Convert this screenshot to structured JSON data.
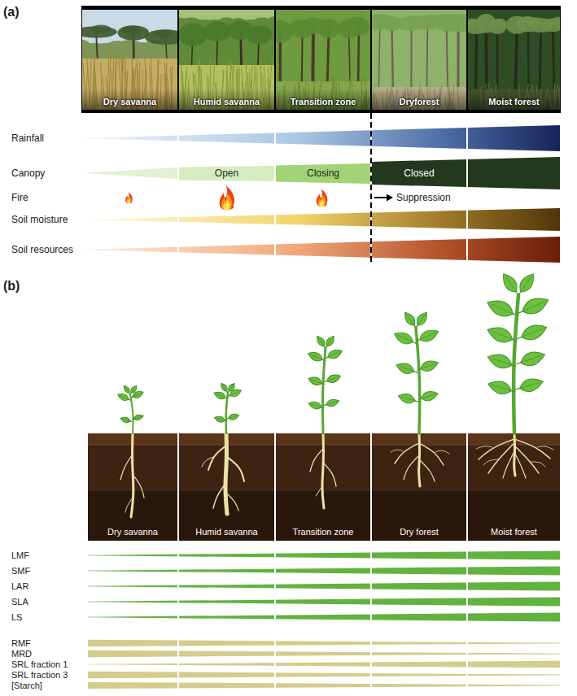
{
  "diagram": {
    "nodes": [
      {
        "text": [
          "Dry savanna"
        ]
      },
      {
        "text": [
          "Humid savanna"
        ]
      },
      {
        "text": [
          "Transition zone"
        ]
      },
      {
        "text": [
          "Dryforest"
        ]
      },
      {
        "text": [
          "Moist forest"
        ]
      },
      {
        "text": [
          "Open"
        ]
      },
      {
        "text": [
          "Closing"
        ]
      },
      {
        "text": [
          "Closed"
        ]
      },
      {
        "text": [
          "Dry savanna"
        ]
      },
      {
        "text": [
          "Humid savanna"
        ]
      },
      {
        "text": [
          "Transition zone"
        ]
      },
      {
        "text": [
          "Dry forest"
        ]
      },
      {
        "text": [
          "Moist forest"
        ]
      }
    ],
    "labels": [
      "(a)",
      "Rainfall",
      "Canopy",
      "Fire",
      "Suppression",
      "Soil moisture",
      "Soil resources",
      "(b)",
      "LMF",
      "SMF",
      "LAR",
      "SLA",
      "LS",
      "RMF",
      "MRD",
      "SRL fraction 1",
      "SRL fraction 3",
      "[Starch]"
    ]
  }
}
